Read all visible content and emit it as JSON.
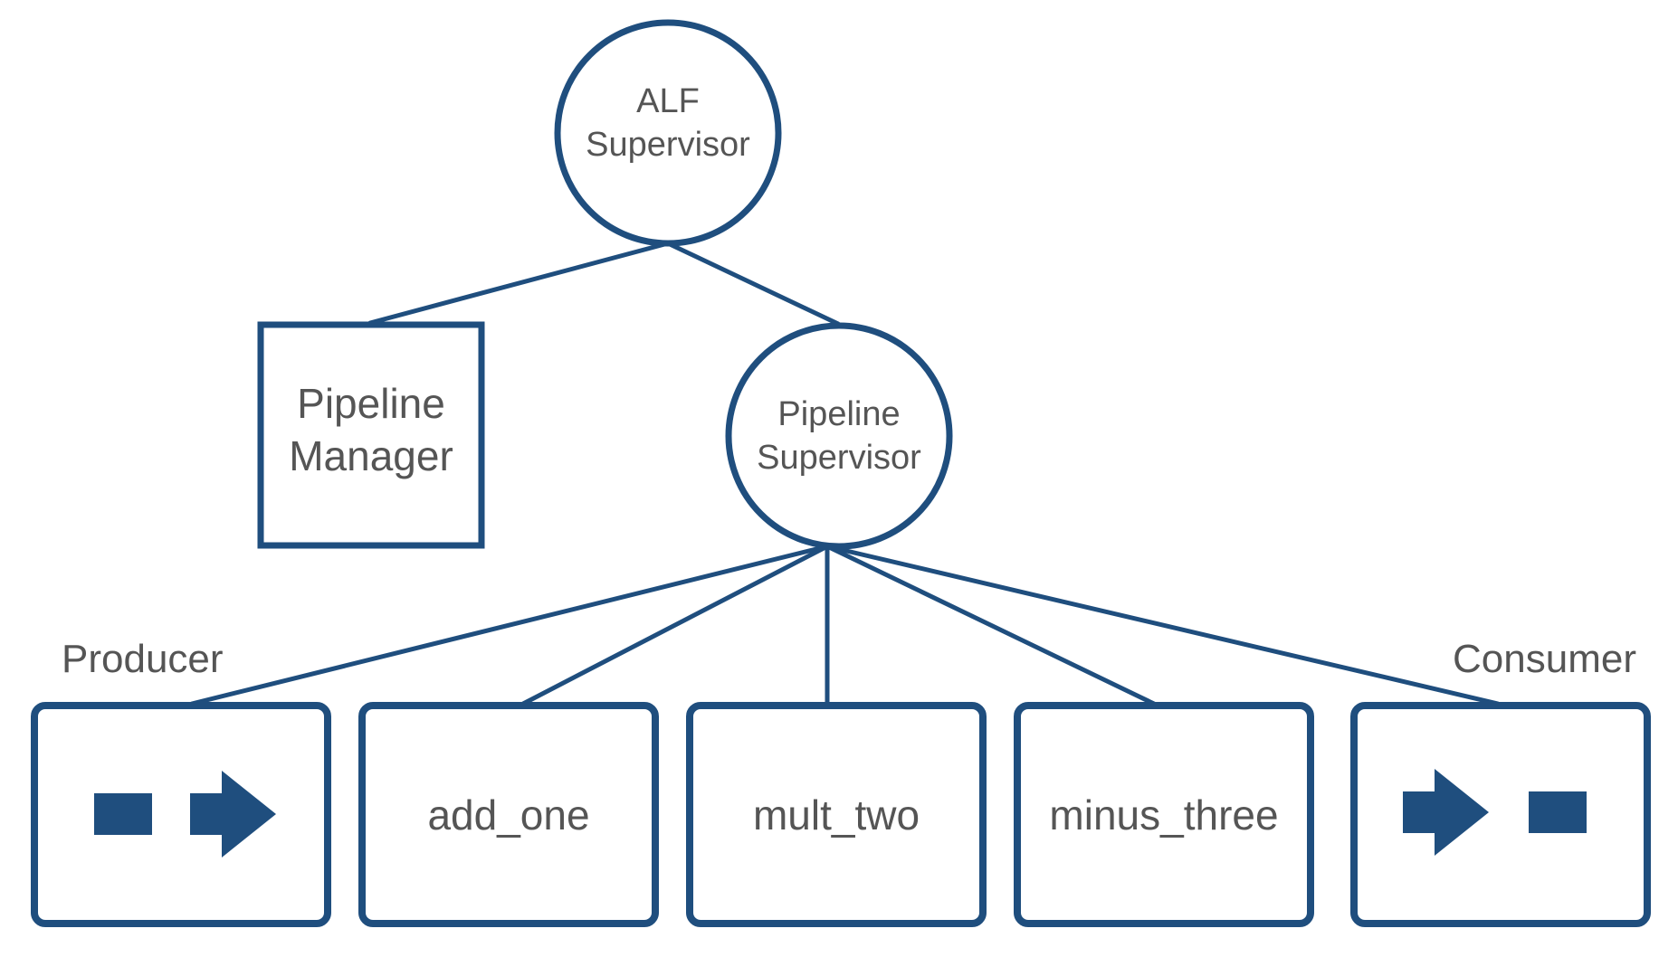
{
  "colors": {
    "stroke": "#1f4e7e",
    "text": "#555555",
    "background": "#ffffff"
  },
  "nodes": {
    "alf_supervisor": {
      "line1": "ALF",
      "line2": "Supervisor",
      "shape": "circle"
    },
    "pipeline_manager": {
      "line1": "Pipeline",
      "line2": "Manager",
      "shape": "square"
    },
    "pipeline_supervisor": {
      "line1": "Pipeline",
      "line2": "Supervisor",
      "shape": "circle"
    },
    "producer": {
      "caption": "Producer",
      "icon": "source-to-arrow-icon"
    },
    "add_one": {
      "label": "add_one"
    },
    "mult_two": {
      "label": "mult_two"
    },
    "minus_three": {
      "label": "minus_three"
    },
    "consumer": {
      "caption": "Consumer",
      "icon": "arrow-to-sink-icon"
    }
  }
}
